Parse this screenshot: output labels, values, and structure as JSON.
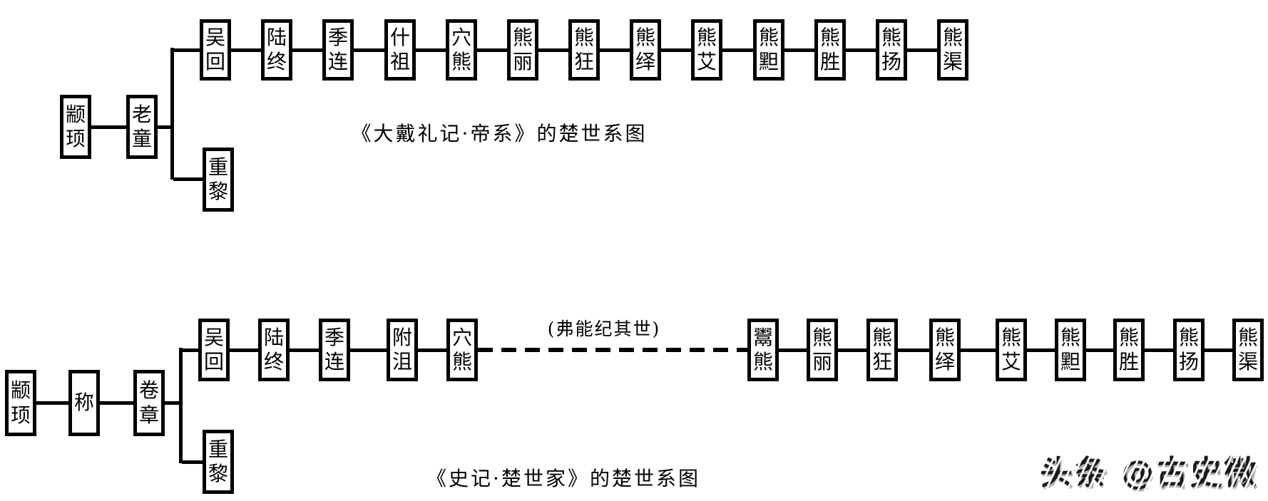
{
  "colors": {
    "background": "#ffffff",
    "line": "#000000",
    "text": "#000000",
    "watermark": "#1a1a1a"
  },
  "diagrams": [
    {
      "caption": "《大戴礼记·帝系》的楚世系图",
      "ancestors": [
        "颛顼",
        "老童"
      ],
      "main_line": [
        "吴回",
        "陆终",
        "季连",
        "什祖",
        "穴熊",
        "熊丽",
        "熊狂",
        "熊绎",
        "熊艾",
        "熊䵣",
        "熊胜",
        "熊扬",
        "熊渠"
      ],
      "younger_branch": "重黎"
    },
    {
      "caption": "《史记·楚世家》的楚世系图",
      "ancestors": [
        "颛顼",
        "称",
        "卷章"
      ],
      "line_before_gap": [
        "吴回",
        "陆终",
        "季连",
        "附沮",
        "穴熊"
      ],
      "gap_note": "(弗能纪其世)",
      "line_after_gap": [
        "鬻熊",
        "熊丽",
        "熊狂",
        "熊绎",
        "熊艾",
        "熊䵣",
        "熊胜",
        "熊扬",
        "熊渠"
      ],
      "younger_branch": "重黎"
    }
  ],
  "watermark": {
    "text": "头条 @古史微"
  }
}
